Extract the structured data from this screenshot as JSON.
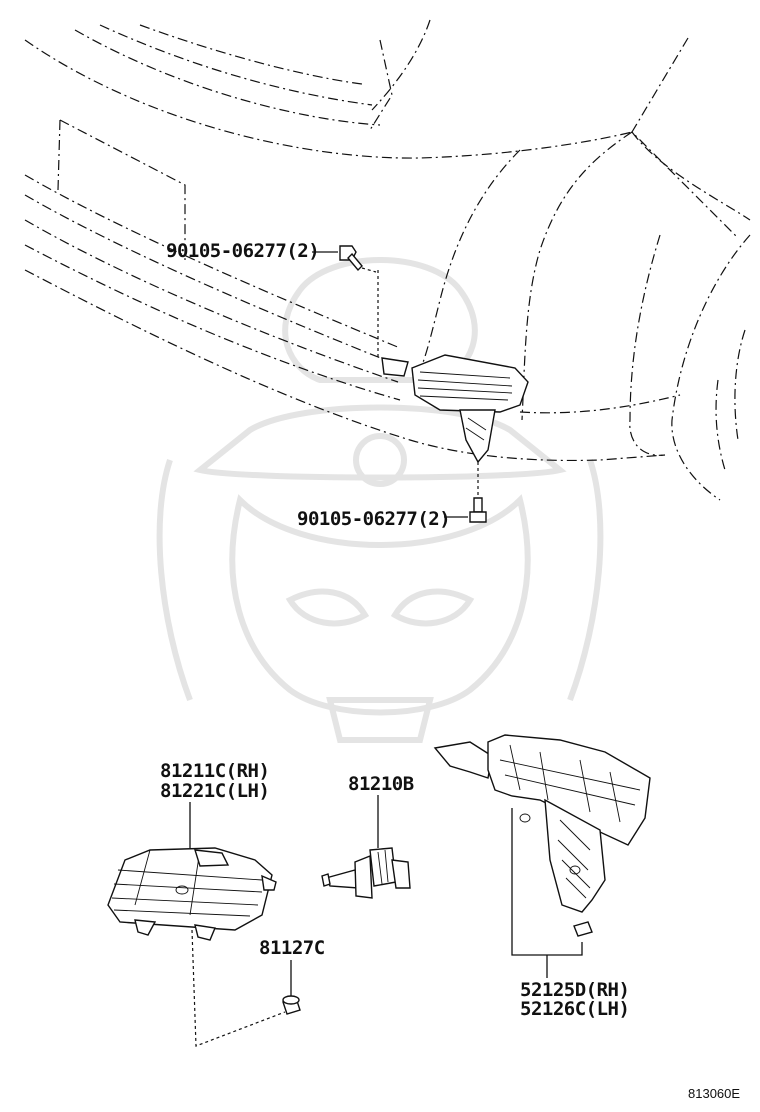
{
  "labels": {
    "bolt_upper": "90105-06277(2)",
    "bolt_lower": "90105-06277(2)",
    "fog_lamp_rh": "81211C(RH)",
    "fog_lamp_lh": "81221C(LH)",
    "bulb": "81210B",
    "socket_cap": "81127C",
    "bracket_rh": "52125D(RH)",
    "bracket_lh": "52126C(LH)"
  },
  "reference_code": "813060E",
  "icons": {
    "watermark": "samurai-mask-watermark",
    "bolt": "bolt-icon",
    "fog_lamp": "fog-lamp-icon",
    "bulb": "bulb-icon",
    "bracket": "bracket-icon",
    "cap": "cap-icon",
    "clip": "clip-icon"
  },
  "colors": {
    "ink": "#111111",
    "watermark": "#e4e4e4",
    "background": "#ffffff"
  }
}
